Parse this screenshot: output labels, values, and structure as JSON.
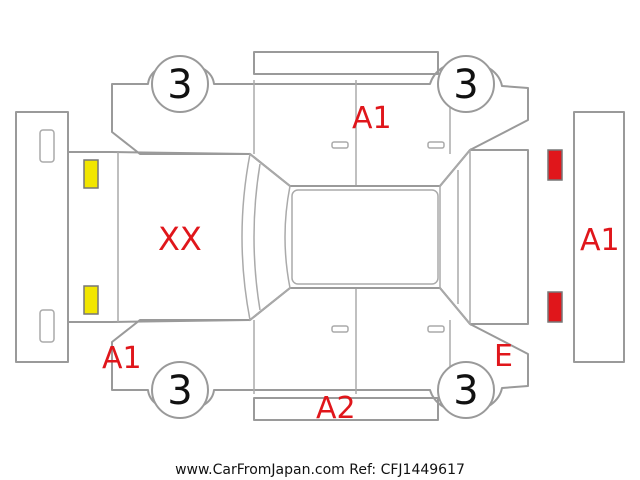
{
  "tires": {
    "front_left": "3",
    "front_right": "3",
    "rear_left": "3",
    "rear_right": "3"
  },
  "marks": {
    "hood": "XX",
    "roof_side_top": "A1",
    "front_bumper_corner": "A1",
    "rear_bumper": "A1",
    "bottom_sill": "A2",
    "rear_corner": "E"
  },
  "indicators": {
    "front_lamps_color": "#f2e600",
    "rear_lamps_color": "#e0161b"
  },
  "footer": {
    "text": "www.CarFromJapan.com Ref: CFJ1449617"
  }
}
